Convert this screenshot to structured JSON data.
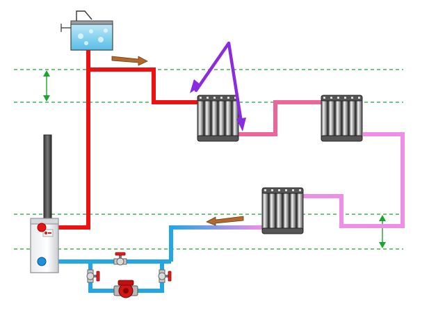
{
  "diagram": {
    "kind": "heating-system-schematic",
    "components": [
      {
        "id": "expansion-tank",
        "type": "open-expansion-tank-icon"
      },
      {
        "id": "boiler",
        "type": "boiler-icon"
      },
      {
        "id": "chimney",
        "type": "flue-pipe-icon"
      },
      {
        "id": "radiator-1",
        "type": "radiator-icon",
        "sections": 6
      },
      {
        "id": "radiator-2",
        "type": "radiator-icon",
        "sections": 6
      },
      {
        "id": "radiator-3",
        "type": "radiator-icon",
        "sections": 6
      },
      {
        "id": "circulation-pump",
        "type": "pump-icon"
      },
      {
        "id": "ball-valve-top",
        "type": "valve-icon"
      },
      {
        "id": "ball-valve-left",
        "type": "valve-icon"
      },
      {
        "id": "ball-valve-right",
        "type": "valve-icon"
      }
    ],
    "flow_direction_markers": [
      "flow-arrow-supply",
      "flow-arrow-return"
    ],
    "colors": {
      "supply_hot": "#ee1111",
      "mid_warm": "#ee6699",
      "cooling": "#f08ee6",
      "return_cold": "#22a6e6",
      "level_line": "#1aa52e",
      "flow_arrow": "#b06a2e",
      "highlight_arrow": "#8a2be2",
      "radiator": "#6e6e6e",
      "tank_water": "#7fd0ee"
    }
  }
}
